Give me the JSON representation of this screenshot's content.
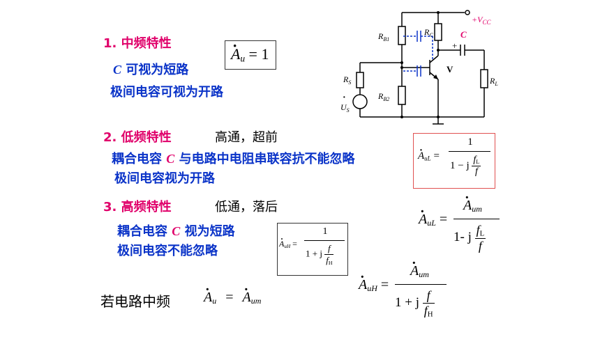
{
  "section1": {
    "title": "1. 中频特性",
    "line1_c": "C",
    "line1_rest": " 可视为短路",
    "line2": "极间电容可视为开路"
  },
  "section2": {
    "title": "2. 低频特性",
    "note": "高通，超前",
    "line1_a": "耦合电容 ",
    "line1_c": "C",
    "line1_b": " 与电路中电阻串联容抗不能忽略",
    "line2": "极间电容视为开路"
  },
  "section3": {
    "title": "3. 高频特性",
    "note": "低通，落后",
    "line1_a": "耦合电容 ",
    "line1_c": "C",
    "line1_b": " 视为短路",
    "line2": "极间电容不能忽略"
  },
  "bottom": {
    "label": "若电路中频"
  },
  "formulas": {
    "au_eq_1": "= 1",
    "one": "1",
    "minus_j": "1 − j",
    "plus_j": "1 + j",
    "minus_j_b": "1- j",
    "f": "f",
    "fL": "f",
    "fH": "f",
    "sub_L": "L",
    "sub_H": "H",
    "sub_uL": "uL",
    "sub_uH": "uH",
    "sub_u": "u",
    "sub_um": "um",
    "A": "A",
    "eq": "="
  },
  "circuit": {
    "vcc": "+V",
    "vcc_sub": "CC",
    "c_label": "C",
    "plus": "+",
    "rb1": "R",
    "rb1_sub": "B1",
    "rc": "R",
    "rc_sub": "C",
    "rs": "R",
    "rs_sub": "S",
    "rb2": "R",
    "rb2_sub": "B2",
    "rl": "R",
    "rl_sub": "L",
    "v": "V",
    "us": "U",
    "us_sub": "S"
  },
  "colors": {
    "pink": "#e0006a",
    "blue": "#0a33c8",
    "box_red": "#e05050"
  }
}
